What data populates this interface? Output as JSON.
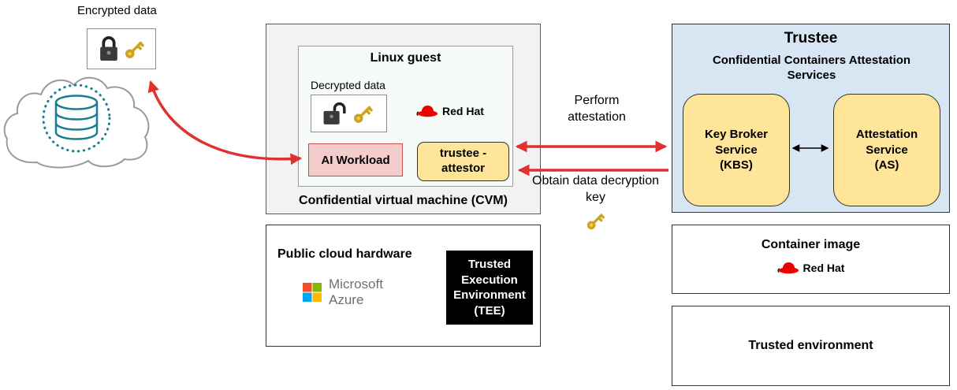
{
  "encrypted": {
    "label": "Encrypted data"
  },
  "cvm": {
    "label": "Confidential virtual machine (CVM)",
    "linux_guest": {
      "title": "Linux guest",
      "decrypted_label": "Decrypted data",
      "redhat": "Red Hat",
      "ai_workload": "AI Workload",
      "trustee_attestor": "trustee - attestor"
    }
  },
  "hardware": {
    "title": "Public cloud hardware",
    "microsoft": "Microsoft",
    "azure": "Azure",
    "tee": "Trusted Execution Environment (TEE)"
  },
  "trustee": {
    "title": "Trustee",
    "subtitle": "Confidential Containers Attestation Services",
    "kbs": "Key Broker Service (KBS)",
    "as": "Attestation Service (AS)"
  },
  "container_image": {
    "title": "Container image",
    "redhat": "Red Hat"
  },
  "trusted_environment": {
    "title": "Trusted environment"
  },
  "labels": {
    "perform_attestation": "Perform attestation",
    "obtain_key": "Obtain data decryption key"
  },
  "colors": {
    "arrow_red": "#e03131",
    "yellow_box": "#ffe599",
    "pink_box": "#f4cccc",
    "panel_blue": "#d8e6f4",
    "teal_database": "#17808f",
    "tee_black": "#000000",
    "azure_gray_text": "#707070"
  }
}
